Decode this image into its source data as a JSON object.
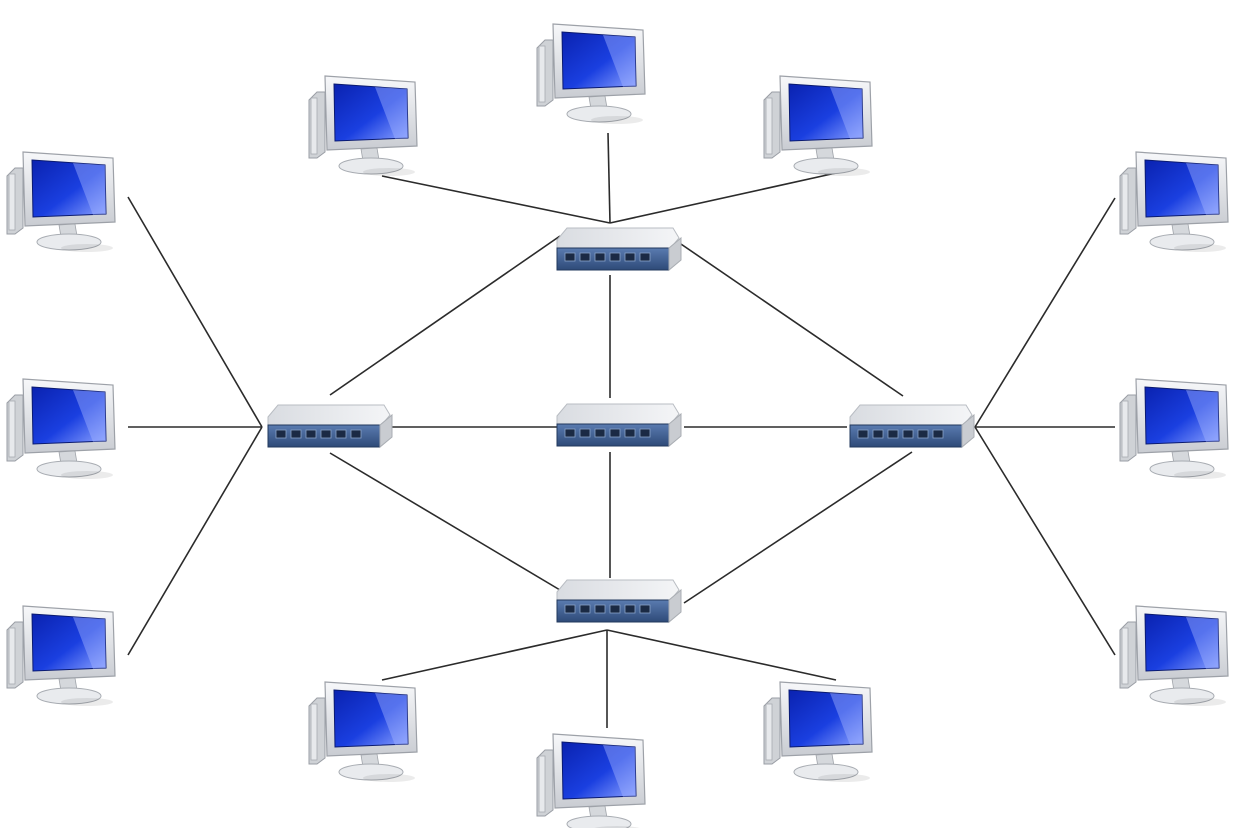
{
  "diagram": {
    "type": "mesh-network",
    "colors": {
      "background": "#ffffff",
      "link": "#2b2b2b",
      "screen": "#1030c8",
      "screen_glare": "#9fb2ff",
      "monitor_frame": "#e4e6ea",
      "tower": "#cfd2d6",
      "switch_top": "#e9ebee",
      "switch_face": "#3f5f8f",
      "switch_side": "#c9ccd1",
      "port": "#1b2a44"
    },
    "nodes": [
      {
        "id": "switch-top",
        "kind": "switch",
        "icon": "network-switch-icon"
      },
      {
        "id": "switch-left",
        "kind": "switch",
        "icon": "network-switch-icon"
      },
      {
        "id": "switch-center",
        "kind": "switch",
        "icon": "network-switch-icon"
      },
      {
        "id": "switch-right",
        "kind": "switch",
        "icon": "network-switch-icon"
      },
      {
        "id": "switch-bottom",
        "kind": "switch",
        "icon": "network-switch-icon"
      },
      {
        "id": "pc-top-1",
        "kind": "computer",
        "icon": "desktop-computer-icon"
      },
      {
        "id": "pc-top-2",
        "kind": "computer",
        "icon": "desktop-computer-icon"
      },
      {
        "id": "pc-top-3",
        "kind": "computer",
        "icon": "desktop-computer-icon"
      },
      {
        "id": "pc-left-1",
        "kind": "computer",
        "icon": "desktop-computer-icon"
      },
      {
        "id": "pc-left-2",
        "kind": "computer",
        "icon": "desktop-computer-icon"
      },
      {
        "id": "pc-left-3",
        "kind": "computer",
        "icon": "desktop-computer-icon"
      },
      {
        "id": "pc-right-1",
        "kind": "computer",
        "icon": "desktop-computer-icon"
      },
      {
        "id": "pc-right-2",
        "kind": "computer",
        "icon": "desktop-computer-icon"
      },
      {
        "id": "pc-right-3",
        "kind": "computer",
        "icon": "desktop-computer-icon"
      },
      {
        "id": "pc-bottom-1",
        "kind": "computer",
        "icon": "desktop-computer-icon"
      },
      {
        "id": "pc-bottom-2",
        "kind": "computer",
        "icon": "desktop-computer-icon"
      },
      {
        "id": "pc-bottom-3",
        "kind": "computer",
        "icon": "desktop-computer-icon"
      }
    ],
    "links": [
      [
        "switch-top",
        "pc-top-1"
      ],
      [
        "switch-top",
        "pc-top-2"
      ],
      [
        "switch-top",
        "pc-top-3"
      ],
      [
        "switch-top",
        "switch-left"
      ],
      [
        "switch-top",
        "switch-center"
      ],
      [
        "switch-top",
        "switch-right"
      ],
      [
        "switch-left",
        "switch-center"
      ],
      [
        "switch-center",
        "switch-right"
      ],
      [
        "switch-center",
        "switch-bottom"
      ],
      [
        "switch-left",
        "switch-bottom"
      ],
      [
        "switch-right",
        "switch-bottom"
      ],
      [
        "switch-left",
        "pc-left-1"
      ],
      [
        "switch-left",
        "pc-left-2"
      ],
      [
        "switch-left",
        "pc-left-3"
      ],
      [
        "switch-right",
        "pc-right-1"
      ],
      [
        "switch-right",
        "pc-right-2"
      ],
      [
        "switch-right",
        "pc-right-3"
      ],
      [
        "switch-bottom",
        "pc-bottom-1"
      ],
      [
        "switch-bottom",
        "pc-bottom-2"
      ],
      [
        "switch-bottom",
        "pc-bottom-3"
      ]
    ]
  }
}
